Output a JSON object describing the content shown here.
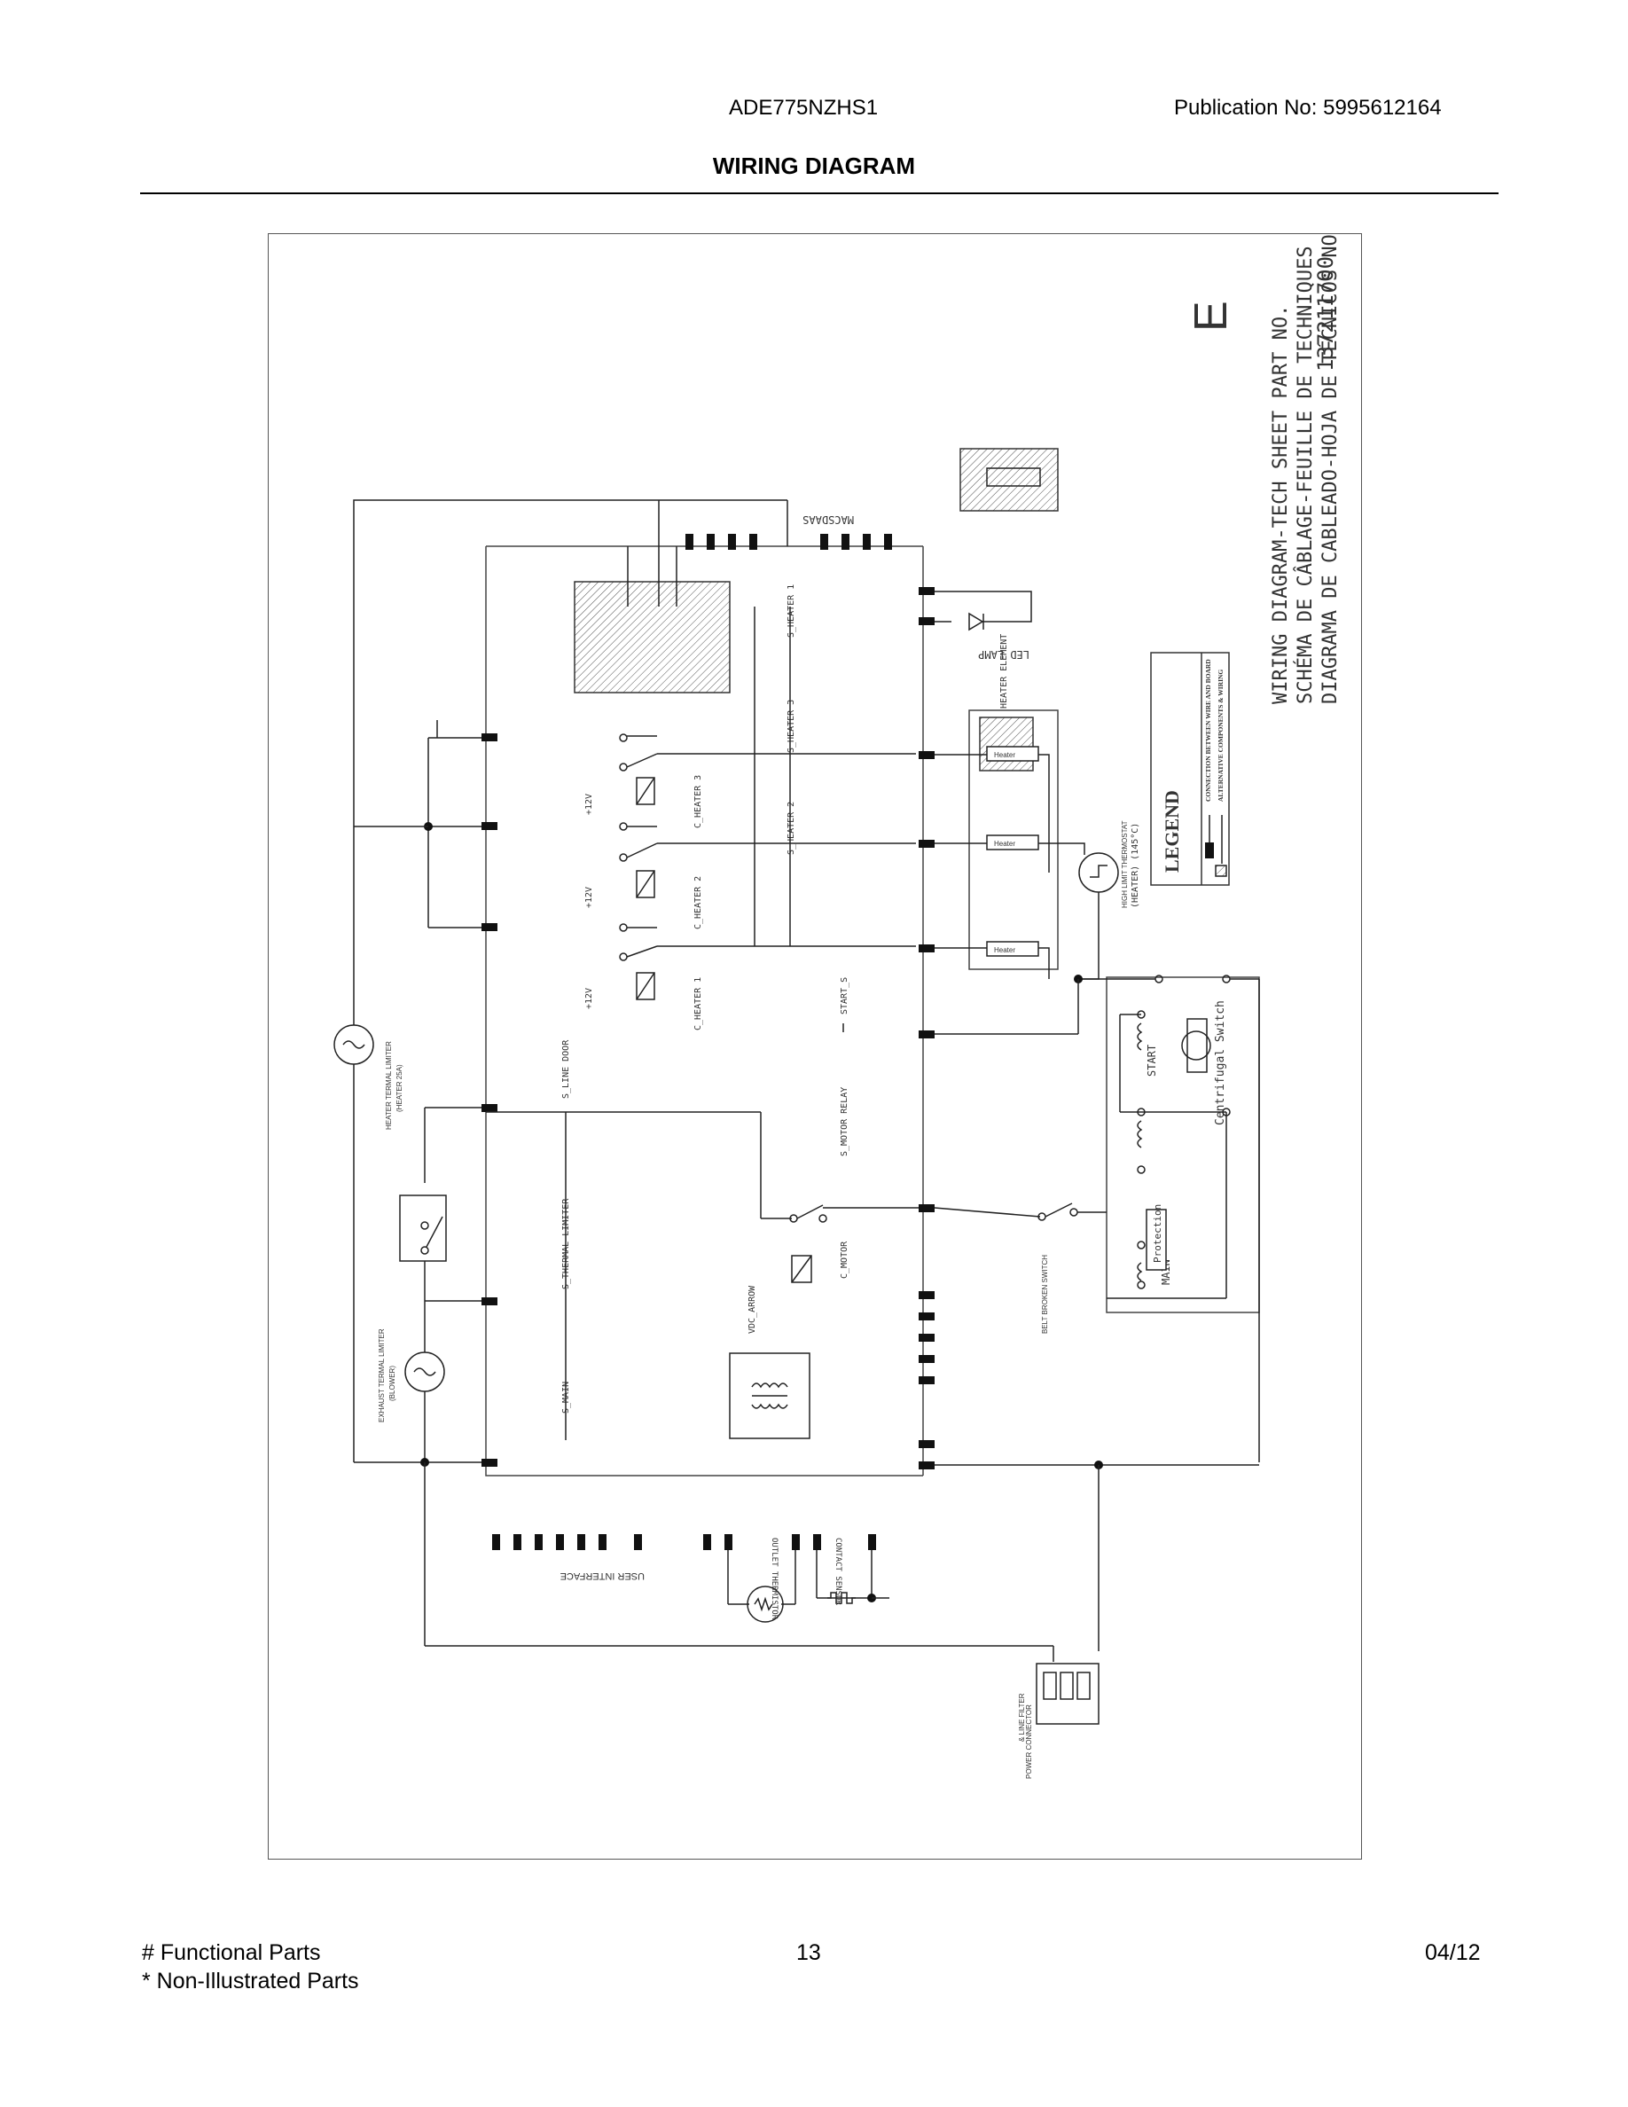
{
  "header": {
    "model": "ADE775NZHS1",
    "publication": "Publication No:  5995612164",
    "title": "WIRING DIAGRAM"
  },
  "footer": {
    "functional": "# Functional Parts",
    "non_illustrated": "* Non-Illustrated Parts",
    "page": "13",
    "date": "04/12"
  },
  "sheet": {
    "title_en": "WIRING DIAGRAM-TECH SHEET PART NO.",
    "title_fr": "SCHÉMA DE CÂBLAGE-FEUILLE DE TECHNIQUES N° DE PIÈCE",
    "title_es": "DIAGRAMA DE CABLEADO-HOJA DE TÉCNICOS NO DE PARTE",
    "part_no": "137211700",
    "revision": "E"
  },
  "legend": {
    "title": "LEGEND",
    "connection": "CONNECTION BETWEEN WIRE AND BOARD",
    "alternative": "ALTERNATIVE COMPONENTS & WIRING"
  },
  "labels": {
    "board": "MACSDAAS",
    "led_lamp": "LED LAMP",
    "heater_element": "HEATER ELEMENT",
    "heater": "Heater",
    "high_limit": "HIGH LIMIT THERMOSTAT",
    "heater_temp": "(HEATER) (145°C)",
    "heater_limiter": "HEATER TERMAL LIMITER",
    "heater_limiter_rating": "(HEATER 25A)",
    "exhaust_limiter": "EXHAUST TERMAL LIMITER",
    "exhaust_limiter_sub": "(BLOWER)",
    "user_interface": "USER INTERFACE",
    "outlet_thermistor": "OUTLET THERMISTOR",
    "contact_sensor": "CONTACT SENSOR",
    "power_connector": "POWER CONNECTOR",
    "line_filter": "& LINE FILTER",
    "belt_switch": "BELT BROKEN SWITCH",
    "centrifugal": "Centrifugal Switch",
    "start": "START",
    "main": "MAIN",
    "protection": "Protection",
    "s_main": "S_MAIN",
    "s_thermal": "S_THERMAL LIMITER",
    "s_line_door": "S_LINE DOOR",
    "s_motor_relay": "S_MOTOR RELAY",
    "start_s": "START_S",
    "s_heater1": "S_HEATER 1",
    "s_heater2": "S_HEATER 2",
    "s_heater3": "S_HEATER 3",
    "c_heater1": "C_HEATER 1",
    "c_heater2": "C_HEATER 2",
    "c_heater3": "C_HEATER 3",
    "c_motor": "C_MOTOR",
    "vdc_arrow": "VDC_ARROW",
    "v12": "+12V"
  }
}
